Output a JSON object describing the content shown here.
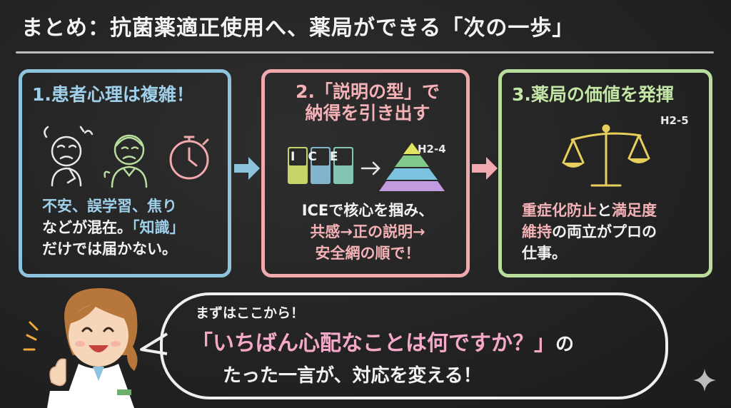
{
  "title": "まとめ：抗菌薬適正使用へ、薬局ができる「次の一歩」",
  "panels": [
    {
      "title": "1.患者心理は複雑！",
      "icons": [
        "worried-patient-icon",
        "worried-elderly-patient-icon",
        "stopwatch-icon"
      ],
      "lines": [
        {
          "segments": [
            {
              "text": "不安、誤学習、焦り",
              "color": "blue"
            }
          ]
        },
        {
          "segments": [
            {
              "text": "などが混在。",
              "color": "white"
            },
            {
              "text": "「知識」",
              "color": "blue"
            }
          ]
        },
        {
          "segments": [
            {
              "text": "だけでは届かない。",
              "color": "white"
            }
          ]
        }
      ]
    },
    {
      "title_line1": "2.「説明の型」で",
      "title_line2": "納得を引き出す",
      "tag": "H2-4",
      "ice_letters": [
        "I",
        "C",
        "E"
      ],
      "icons": [
        "ice-blocks-icon",
        "arrow-right-icon",
        "pyramid-icon"
      ],
      "lines": [
        {
          "segments": [
            {
              "text": "ICEで核心を掴み、",
              "color": "white"
            }
          ]
        },
        {
          "segments": [
            {
              "text": "共感→正の説明→",
              "color": "pink"
            }
          ]
        },
        {
          "segments": [
            {
              "text": "安全網の順で！",
              "color": "pink"
            }
          ]
        }
      ]
    },
    {
      "title": "3.薬局の価値を発揮",
      "tag": "H2-5",
      "icons": [
        "balance-scale-icon"
      ],
      "lines": [
        {
          "segments": [
            {
              "text": "重症化防止",
              "color": "pink"
            },
            {
              "text": "と",
              "color": "white"
            },
            {
              "text": "満足度",
              "color": "pink"
            }
          ]
        },
        {
          "segments": [
            {
              "text": "維持",
              "color": "pink"
            },
            {
              "text": "の両立がプロの",
              "color": "white"
            }
          ]
        },
        {
          "segments": [
            {
              "text": "仕事。",
              "color": "white"
            }
          ]
        }
      ]
    }
  ],
  "bubble": {
    "line1": "まずはここから！",
    "line2_quote": "「いちばん心配なことは何ですか？」",
    "line2_suffix": "の",
    "line3": "たった一言が、対応を変える！"
  },
  "colors": {
    "blue": "#9fd0ea",
    "pink": "#f4b2b6",
    "green": "#c3e6a6",
    "white": "#f2f2f2",
    "quote_pink": "#f4a9c8",
    "background": "#232323"
  }
}
